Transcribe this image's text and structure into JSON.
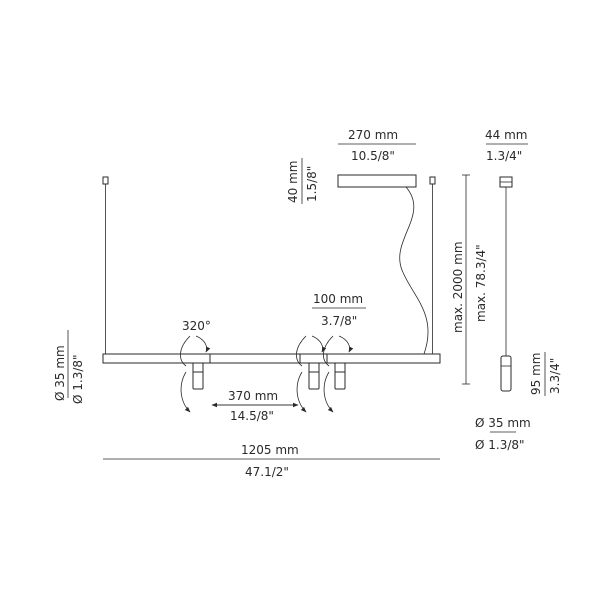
{
  "canopy": {
    "width_mm": "270 mm",
    "width_in": "10.5/8\"",
    "height_mm": "40 mm",
    "height_in": "1.5/8\""
  },
  "head": {
    "width_mm": "44 mm",
    "width_in": "1.3/4\"",
    "height_mm": "95 mm",
    "height_in": "3.3/4\""
  },
  "suspension": {
    "max_mm": "max. 2000 mm",
    "max_in": "max. 78.3/4\""
  },
  "rotation": {
    "angle": "320°"
  },
  "spot_gap": {
    "mm": "100 mm",
    "in": "3.7/8\""
  },
  "spot_spacing": {
    "mm": "370 mm",
    "in": "14.5/8\""
  },
  "overall_length": {
    "mm": "1205 mm",
    "in": "47.1/2\""
  },
  "bar_diameter": {
    "mm": "Ø 35 mm",
    "in": "Ø 1.3/8\""
  },
  "head_diameter": {
    "mm": "Ø 35 mm",
    "in": "Ø 1.3/8\""
  }
}
